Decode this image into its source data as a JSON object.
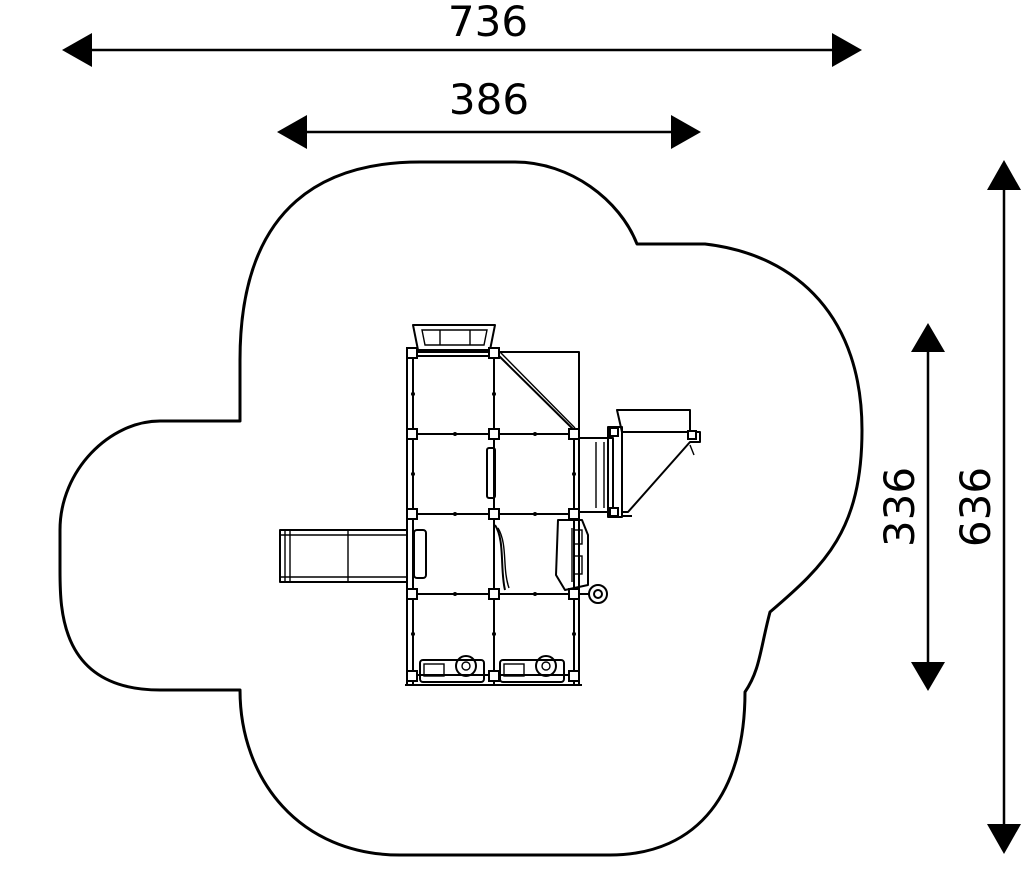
{
  "dimensions": {
    "overall_width": "736",
    "structure_width": "386",
    "structure_depth": "336",
    "overall_depth": "636"
  }
}
